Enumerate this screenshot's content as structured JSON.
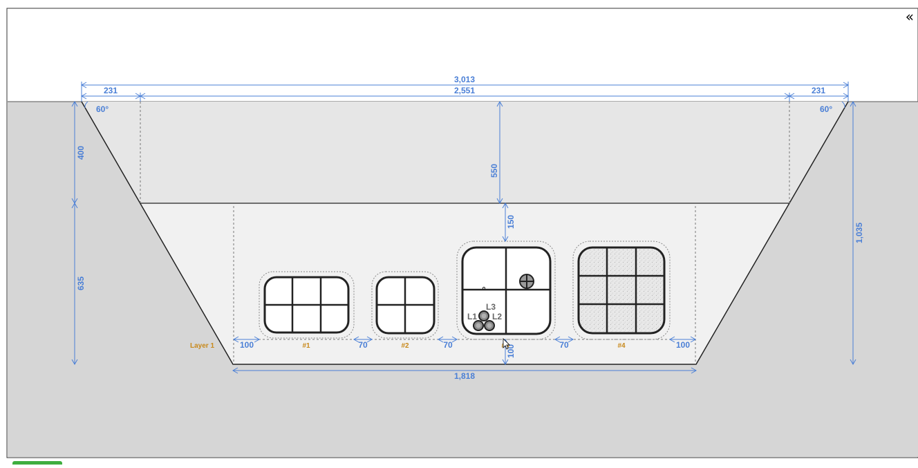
{
  "toolbar": {
    "collapse_glyph": "«"
  },
  "diagram": {
    "dimensions": {
      "top_total": "3,013",
      "top_left_offset": "231",
      "top_inner": "2,551",
      "top_right_offset": "231",
      "angle_left": "60°",
      "angle_right": "60°",
      "left_upper_depth": "400",
      "left_lower_depth": "635",
      "right_total_depth": "1,035",
      "cover_depth": "550",
      "inner_gap_depth": "150",
      "bottom_clearance": "100",
      "bottom_width": "1,818",
      "gap_left": "100",
      "gap_1_2": "70",
      "gap_2_3": "70",
      "gap_3_4": "70",
      "gap_right": "100"
    },
    "labels": {
      "layer": "Layer 1",
      "duct_1": "#1",
      "duct_2": "#2",
      "duct_3": "#3",
      "duct_4": "#4",
      "cable_l1": "L1",
      "cable_l2": "L2",
      "cable_l3": "L3"
    },
    "colors": {
      "dimension": "#4a7fd6",
      "caption": "#c8891b",
      "soil": "#d6d6d6",
      "fill_upper": "#e6e6e6",
      "fill_lower": "#f1f1f1"
    }
  }
}
